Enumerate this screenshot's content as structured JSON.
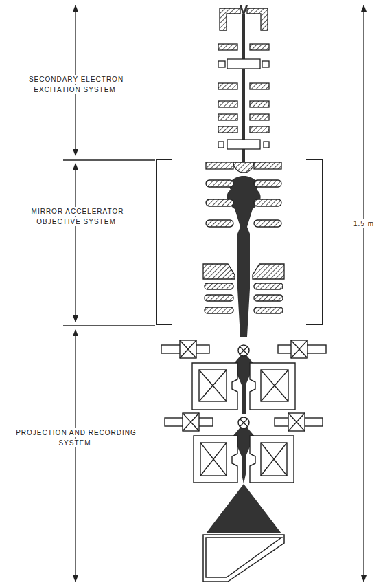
{
  "diagram": {
    "labels": [
      "SECONDARY ELECTRON EXCITATION SYSTEM",
      "MIRROR ACCELERATOR OBJECTIVE SYSTEM",
      "PROJECTION AND RECORDING SYSTEM",
      "1.5 m"
    ]
  }
}
